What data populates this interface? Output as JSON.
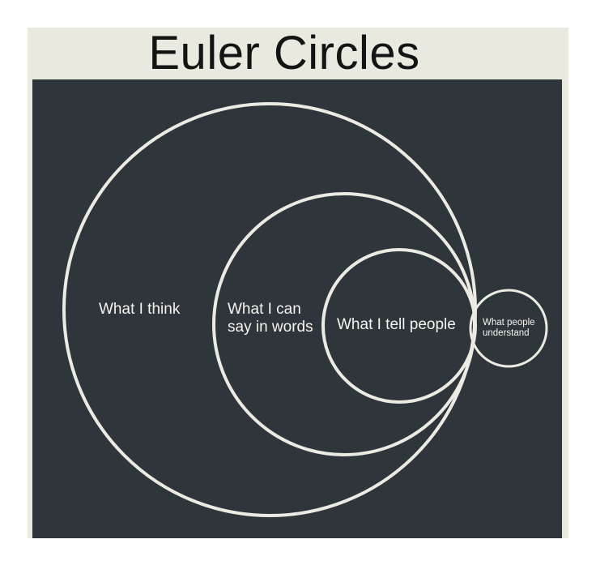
{
  "title": "Euler Circles",
  "colors": {
    "frame": "#e9e9e0",
    "board": "#2e363b",
    "stroke": "#ecebe3",
    "text": "#f3f3ef",
    "title": "#141414"
  },
  "circles": [
    {
      "label": "What I think"
    },
    {
      "label": "What I can\nsay in words"
    },
    {
      "label": "What I tell people"
    },
    {
      "label": "What people\nunderstand"
    }
  ]
}
